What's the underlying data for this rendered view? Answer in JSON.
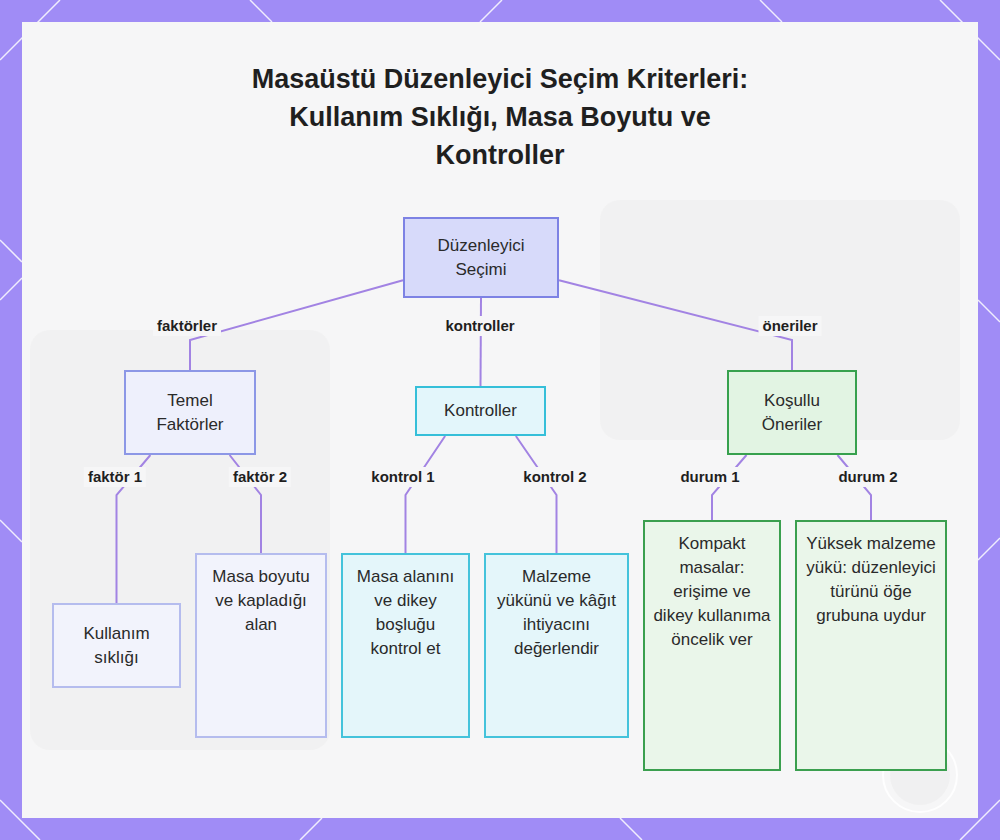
{
  "diagram": {
    "title": "Masaüstü Düzenleyici Seçim Kriterleri: Kullanım Sıklığı, Masa Boyutu ve Kontroller",
    "nodes": [
      {
        "text": [
          "Düzenleyici Seçimi"
        ]
      },
      {
        "text": [
          "Temel Faktörler"
        ]
      },
      {
        "text": [
          "Kontroller"
        ]
      },
      {
        "text": [
          "Koşullu Öneriler"
        ]
      },
      {
        "text": [
          "Kullanım sıklığı"
        ]
      },
      {
        "text": [
          "Masa boyutu ve kapladığı alan"
        ]
      },
      {
        "text": [
          "Masa alanını ve dikey boşluğu kontrol et"
        ]
      },
      {
        "text": [
          "Malzeme yükünü ve kâğıt ihtiyacını değerlendir"
        ]
      },
      {
        "text": [
          "Kompakt masalar: erişime ve dikey kullanıma öncelik ver"
        ]
      },
      {
        "text": [
          "Yüksek malzeme yükü: düzenleyici türünü öğe grubuna uydur"
        ]
      }
    ],
    "edges": [
      {
        "from": 0,
        "to": 1,
        "label": "faktörler",
        "arrow": "none"
      },
      {
        "from": 0,
        "to": 2,
        "label": "kontroller",
        "arrow": "none"
      },
      {
        "from": 0,
        "to": 3,
        "label": "öneriler",
        "arrow": "none"
      },
      {
        "from": 1,
        "to": 4,
        "label": "faktör 1",
        "arrow": "none"
      },
      {
        "from": 1,
        "to": 5,
        "label": "faktör 2",
        "arrow": "none"
      },
      {
        "from": 2,
        "to": 6,
        "label": "kontrol 1",
        "arrow": "none"
      },
      {
        "from": 2,
        "to": 7,
        "label": "kontrol 2",
        "arrow": "none"
      },
      {
        "from": 3,
        "to": 8,
        "label": "durum 1",
        "arrow": "none"
      },
      {
        "from": 3,
        "to": 9,
        "label": "durum 2",
        "arrow": "none"
      }
    ]
  }
}
